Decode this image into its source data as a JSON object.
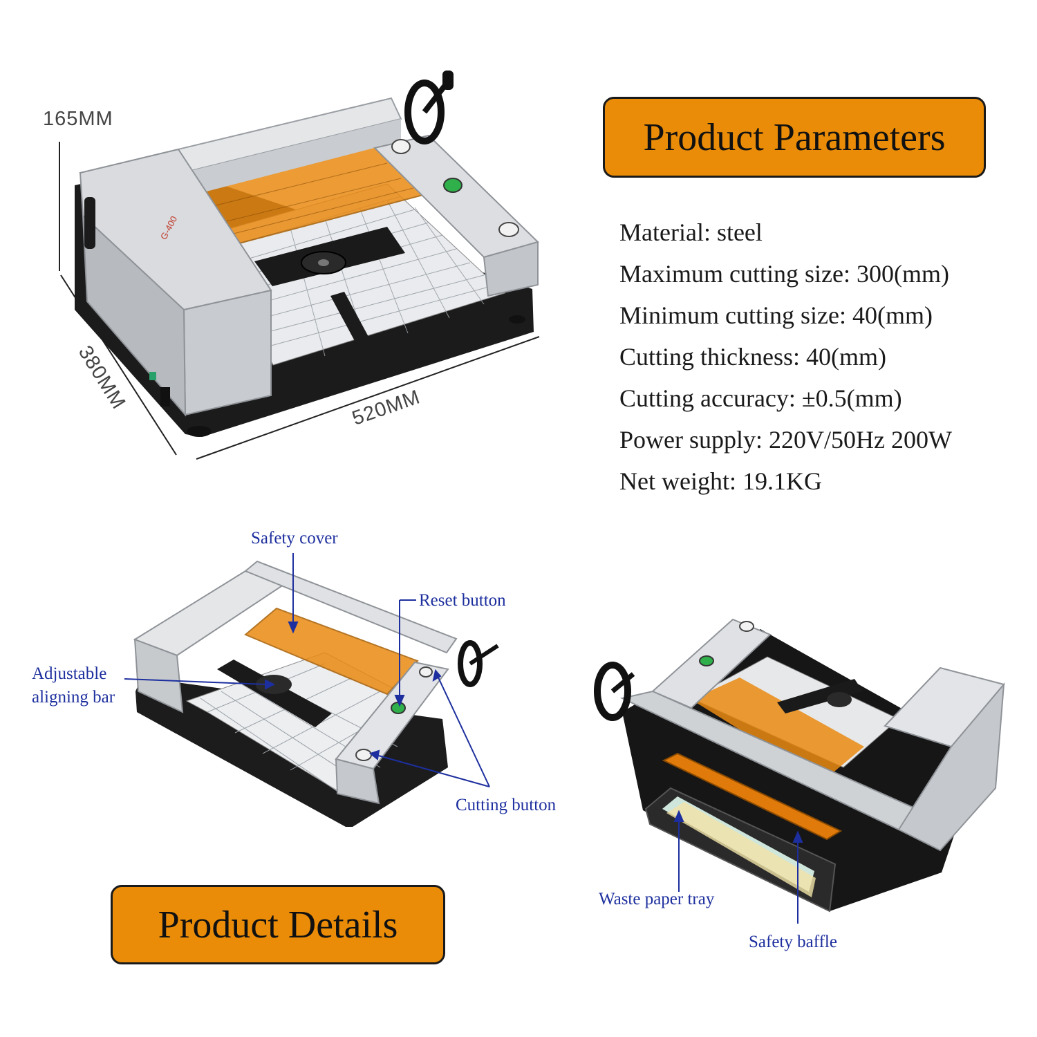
{
  "parameters": {
    "heading": "Product Parameters",
    "items": [
      "Material: steel",
      "Maximum cutting size: 300(mm)",
      "Minimum cutting size: 40(mm)",
      "Cutting thickness: 40(mm)",
      "Cutting accuracy: ±0.5(mm)",
      "Power supply: 220V/50Hz 200W",
      "Net weight: 19.1KG"
    ]
  },
  "dimensions": {
    "height": "165MM",
    "depth": "380MM",
    "width": "520MM"
  },
  "machine": {
    "model_label": "G-400"
  },
  "details": {
    "heading": "Product Details",
    "callouts": {
      "safety_cover": "Safety cover",
      "reset_button": "Reset button",
      "adjustable_bar_line1": "Adjustable",
      "adjustable_bar_line2": "aligning bar",
      "cutting_button": "Cutting button",
      "waste_tray": "Waste paper tray",
      "safety_baffle": "Safety baffle"
    }
  },
  "colors": {
    "banner": "#ea8c08",
    "callout_text": "#1d2f9e",
    "machine_body": "#d6d8da",
    "base": "#1b1b1b",
    "safety_cover": "#e98a12"
  }
}
